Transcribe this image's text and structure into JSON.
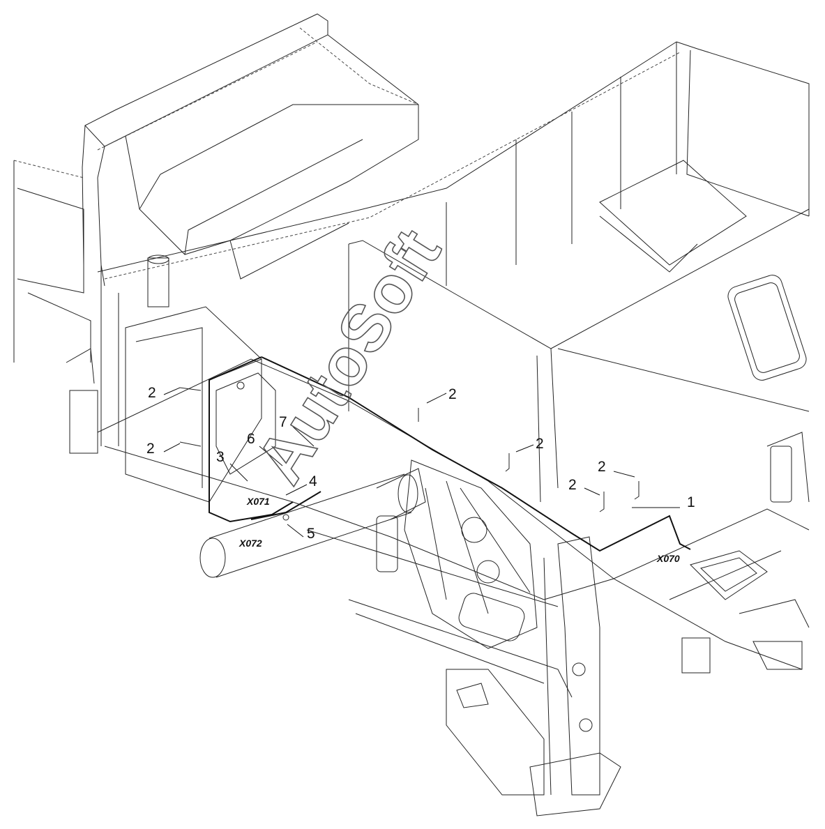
{
  "callouts": {
    "c1": "1",
    "c2a": "2",
    "c2b": "2",
    "c2c": "2",
    "c2d": "2",
    "c2e": "2",
    "c2f": "2",
    "c3": "3",
    "c4": "4",
    "c5": "5",
    "c6": "6",
    "c7": "7"
  },
  "connectors": {
    "x070": "X070",
    "x071": "X071",
    "x072": "X072"
  },
  "watermark": "AutoSoft"
}
